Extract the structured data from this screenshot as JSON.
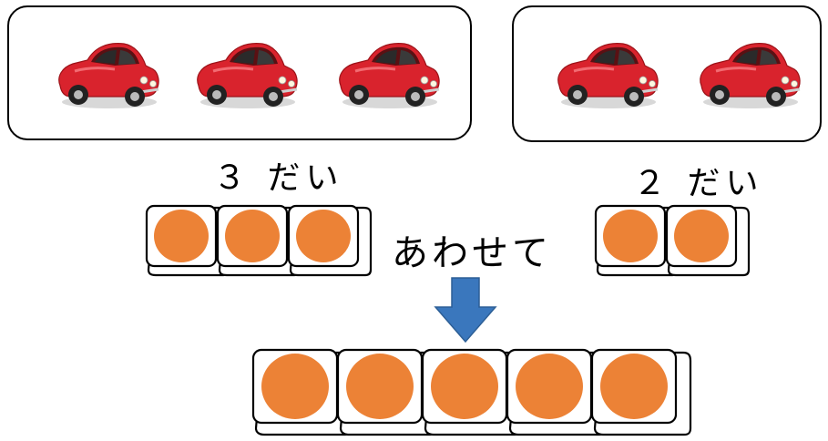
{
  "groups": {
    "left": {
      "label": "３ だい",
      "cars": 3,
      "cubes": 3
    },
    "right": {
      "label": "２ だい",
      "cars": 2,
      "cubes": 2
    }
  },
  "combine": {
    "verb": "あわせて",
    "total_cubes": 5
  },
  "colors": {
    "car_body": "#d9232d",
    "cube_dot": "#ec8236",
    "arrow": "#3a77bd",
    "outline": "#000000"
  }
}
